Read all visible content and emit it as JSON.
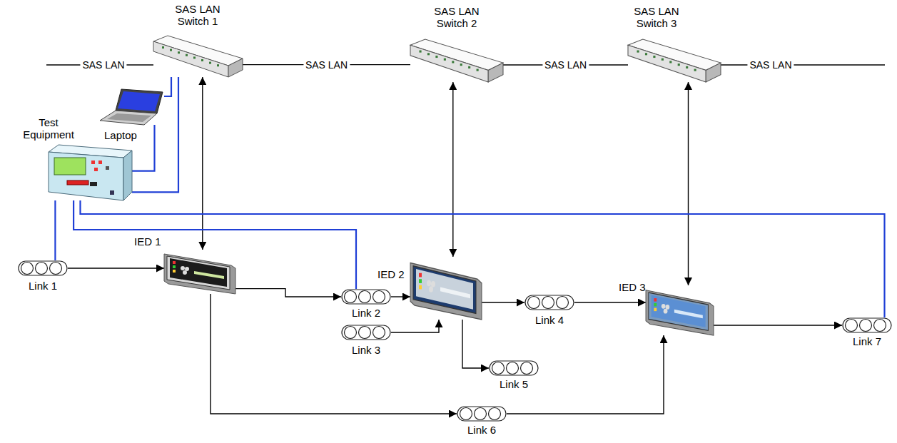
{
  "diagram": {
    "nodes": [
      {
        "text": [
          "SAS LAN Switch 1"
        ]
      },
      {
        "text": [
          "SAS LAN Switch 2"
        ]
      },
      {
        "text": [
          "SAS LAN Switch 3"
        ]
      },
      {
        "text": [
          "Test Equipment"
        ]
      },
      {
        "text": [
          "Laptop"
        ]
      },
      {
        "text": [
          "IED 1"
        ]
      },
      {
        "text": [
          "IED 2"
        ]
      },
      {
        "text": [
          "IED 3"
        ]
      },
      {
        "text": [
          "Link 1"
        ]
      },
      {
        "text": [
          "Link 2"
        ]
      },
      {
        "text": [
          "Link 3"
        ]
      },
      {
        "text": [
          "Link 4"
        ]
      },
      {
        "text": [
          "Link 5"
        ]
      },
      {
        "text": [
          "Link 6"
        ]
      },
      {
        "text": [
          "Link 7"
        ]
      }
    ],
    "edges": [
      {
        "from": 0,
        "to": 5,
        "arrow": "both"
      },
      {
        "from": 1,
        "to": 6,
        "arrow": "both"
      },
      {
        "from": 2,
        "to": 7,
        "arrow": "both"
      },
      {
        "from": 0,
        "to": 1,
        "arrow": "none",
        "label": "SAS LAN"
      },
      {
        "from": 1,
        "to": 2,
        "arrow": "none",
        "label": "SAS LAN"
      },
      {
        "from": 4,
        "to": 0,
        "arrow": "none"
      },
      {
        "from": 4,
        "to": 3,
        "arrow": "none"
      },
      {
        "from": 3,
        "to": 0,
        "arrow": "none"
      },
      {
        "from": 3,
        "to": 8,
        "arrow": "none"
      },
      {
        "from": 3,
        "to": 9,
        "arrow": "none"
      },
      {
        "from": 3,
        "to": 14,
        "arrow": "none"
      },
      {
        "from": 8,
        "to": 5,
        "arrow": "to"
      },
      {
        "from": 5,
        "to": 9,
        "arrow": "to"
      },
      {
        "from": 9,
        "to": 6,
        "arrow": "to"
      },
      {
        "from": 10,
        "to": 6,
        "arrow": "to"
      },
      {
        "from": 6,
        "to": 11,
        "arrow": "to"
      },
      {
        "from": 11,
        "to": 7,
        "arrow": "to"
      },
      {
        "from": 6,
        "to": 12,
        "arrow": "to"
      },
      {
        "from": 5,
        "to": 13,
        "arrow": "to"
      },
      {
        "from": 13,
        "to": 7,
        "arrow": "to"
      },
      {
        "from": 7,
        "to": 14,
        "arrow": "to"
      }
    ],
    "labels": [
      "SAS LAN",
      "SAS LAN"
    ]
  }
}
